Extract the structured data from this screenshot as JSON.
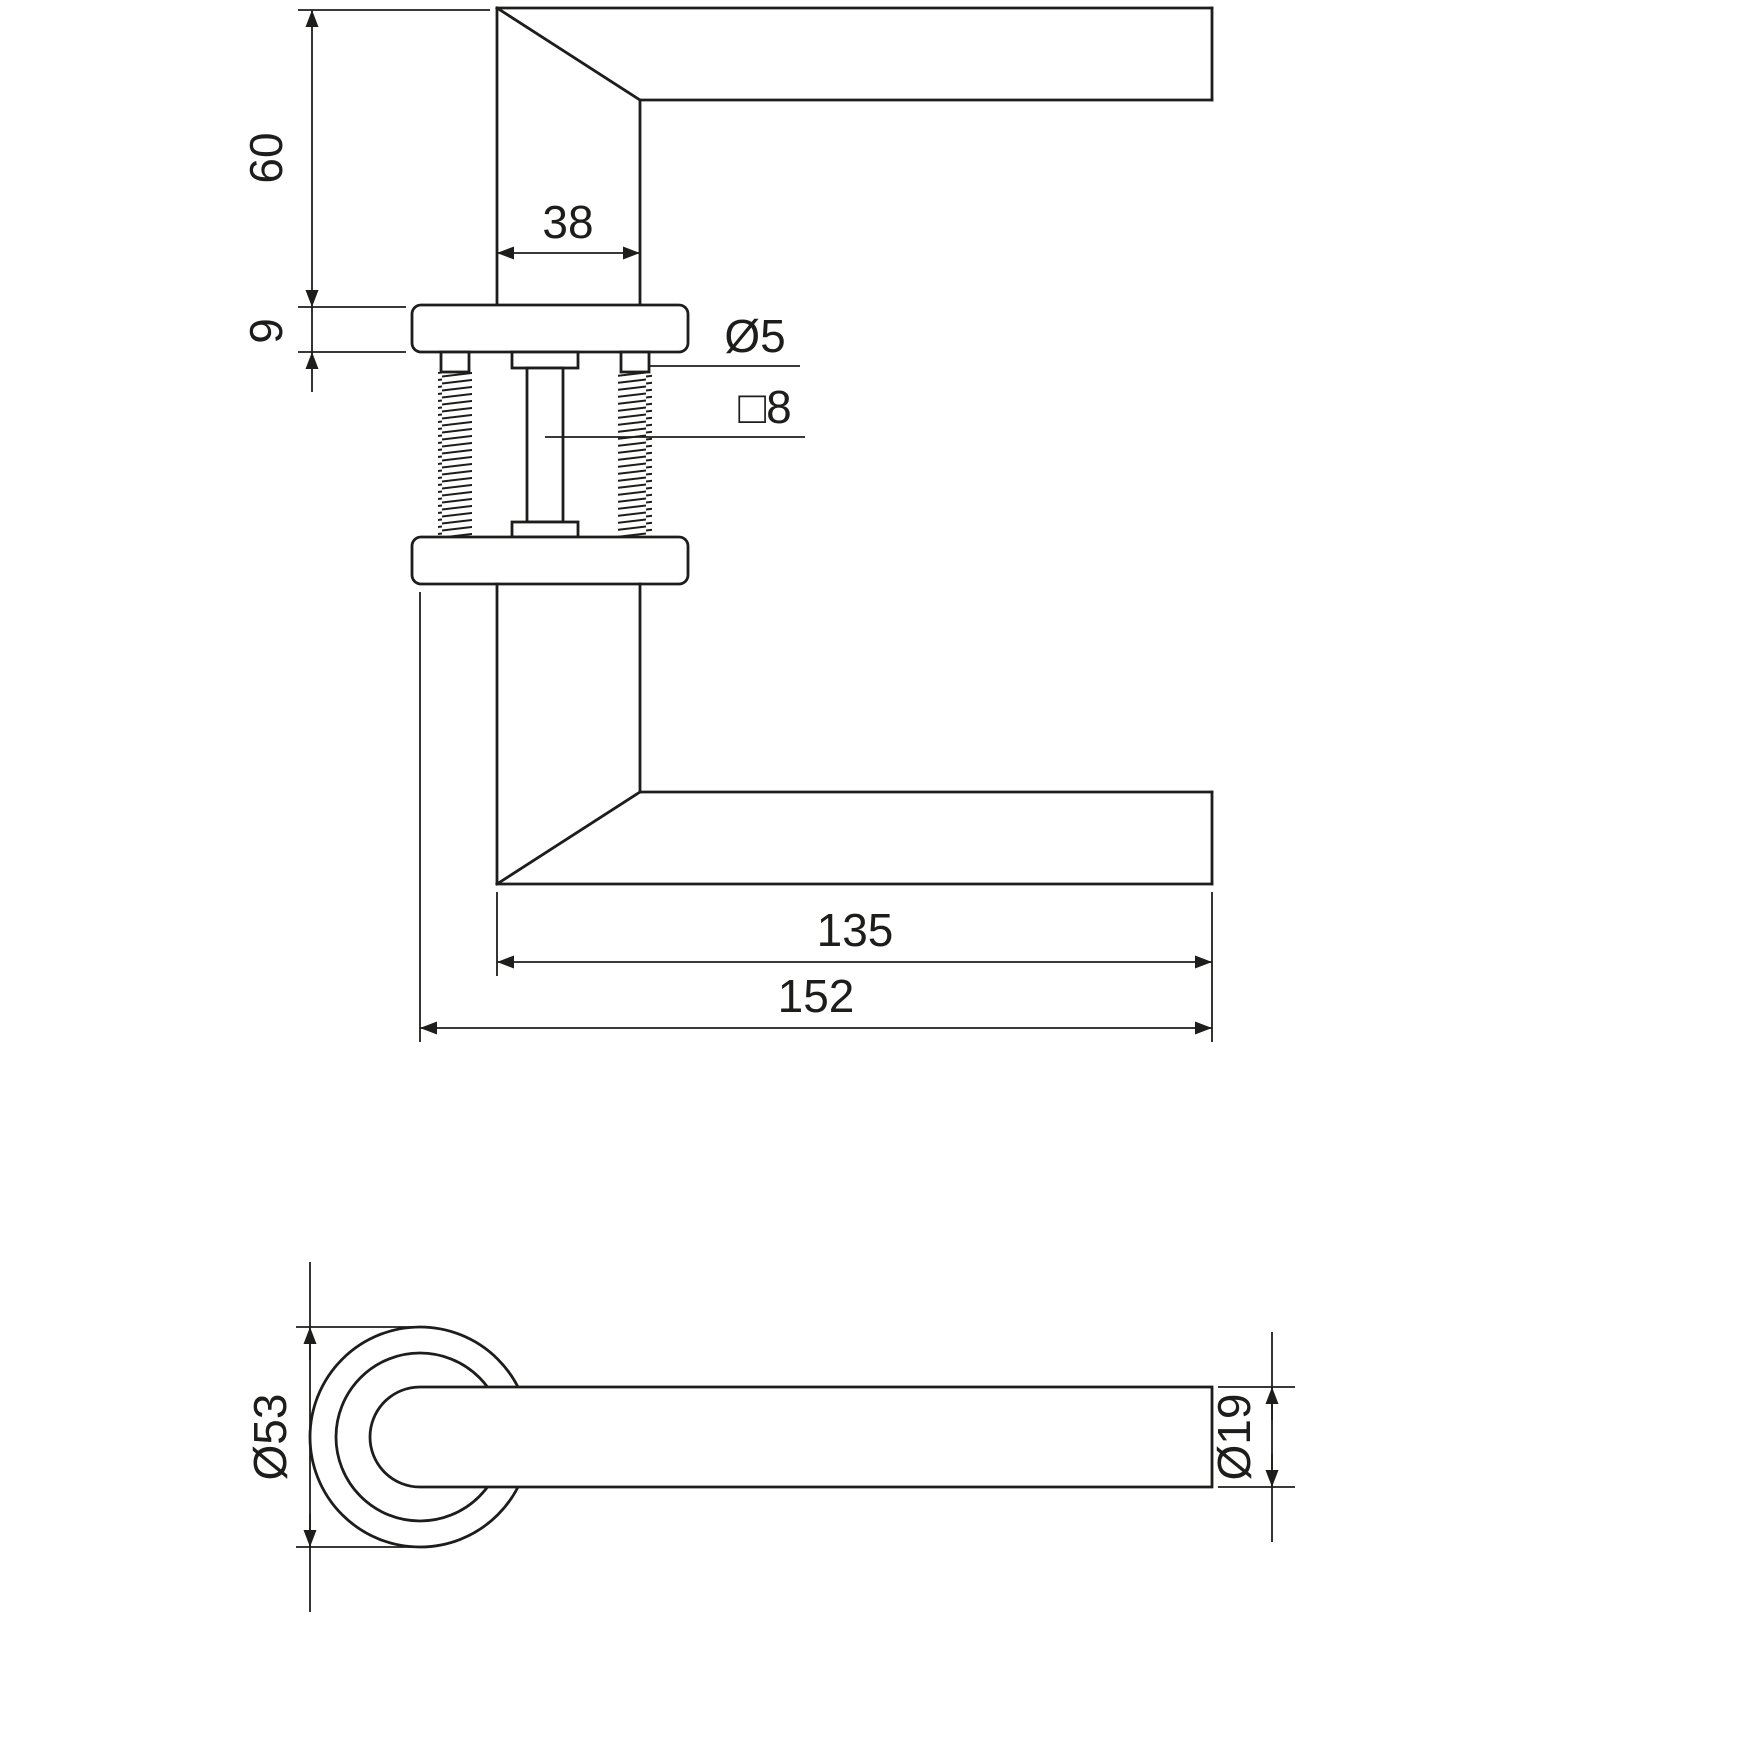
{
  "colors": {
    "line": "#1d1d1b",
    "background": "#ffffff"
  },
  "dimensions": {
    "neck_height": "60",
    "neck_width": "38",
    "rosette_thickness": "9",
    "screw_diameter": "Ø5",
    "spindle_square": "□8",
    "lever_length": "135",
    "total_length": "152",
    "rosette_diameter": "Ø53",
    "lever_diameter": "Ø19"
  }
}
